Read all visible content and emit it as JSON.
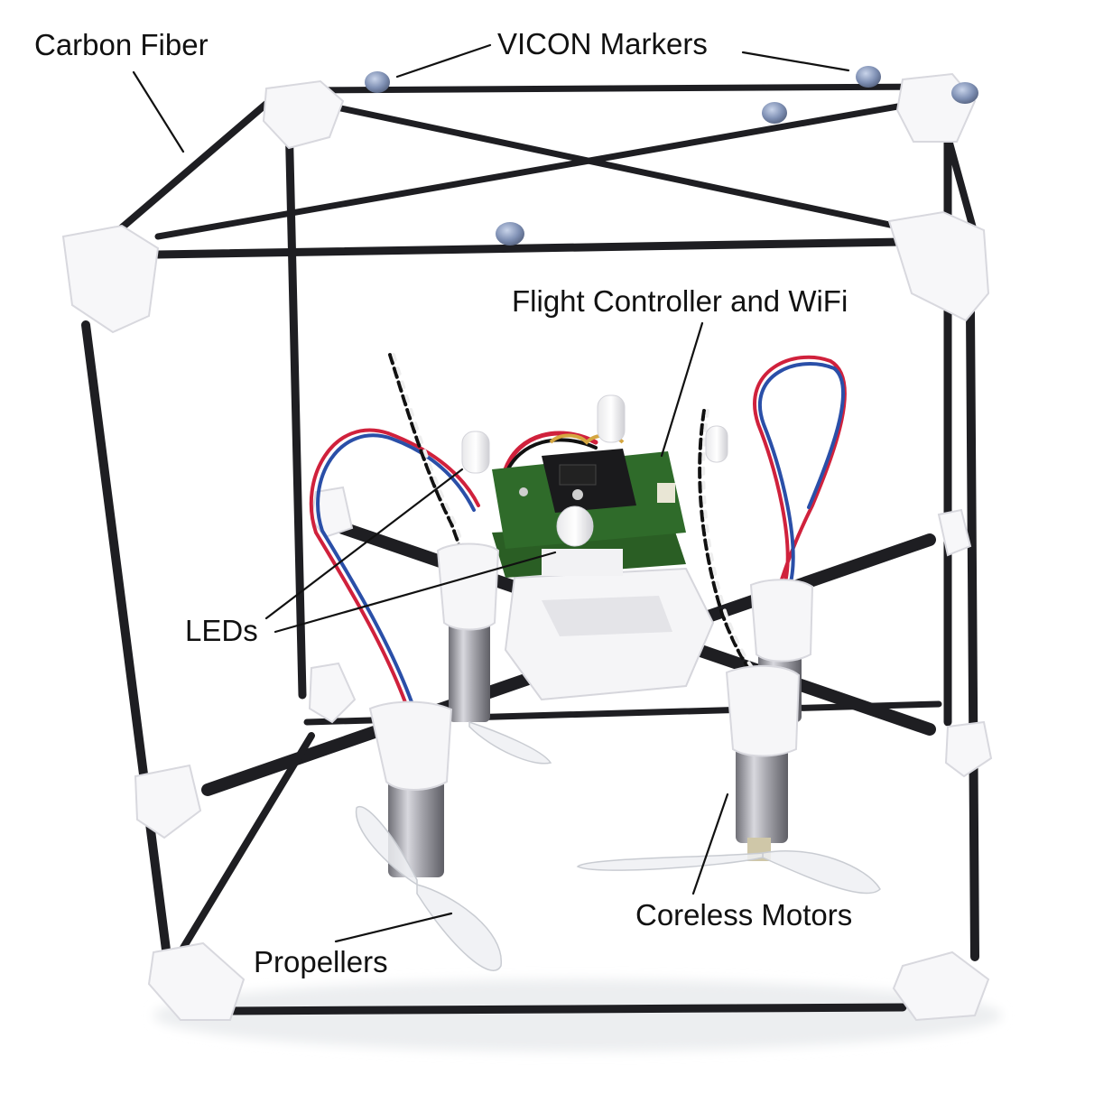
{
  "photo": {
    "subject": "quadrotor-in-cage",
    "colors": {
      "background": "#ffffff",
      "carbon_rod": "#1e1e22",
      "connector": "#f7f7f9",
      "pcb": "#2f6b2a",
      "wire_red": "#d0213c",
      "wire_blue": "#2a4fa8",
      "motor": "#a7a7ad",
      "marker": "#7e8fb2"
    }
  },
  "callouts": {
    "carbon_fiber": "Carbon Fiber",
    "vicon_markers": "VICON Markers",
    "flight_controller": "Flight Controller and WiFi",
    "leds": "LEDs",
    "coreless_motors": "Coreless Motors",
    "propellers": "Propellers"
  }
}
